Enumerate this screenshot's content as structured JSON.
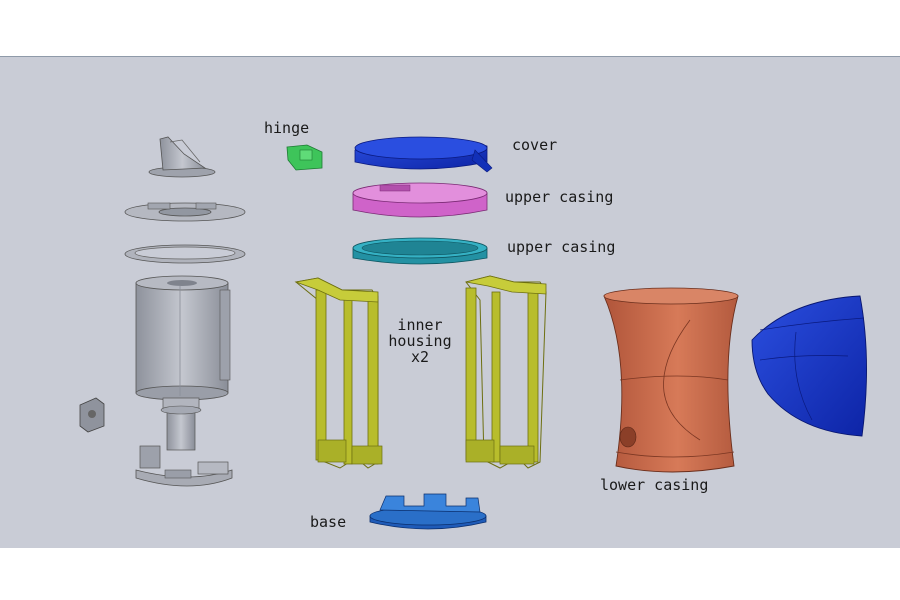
{
  "labels": {
    "hinge": "hinge",
    "cover": "cover",
    "upper_casing_1": "upper casing",
    "upper_casing_2": "upper casing",
    "inner_housing_line1": "inner",
    "inner_housing_line2": "housing",
    "inner_housing_line3": "x2",
    "lower_casing": "lower casing",
    "base": "base"
  },
  "colors": {
    "viewport_bg": "#c9ccd6",
    "cover": "#1436c8",
    "upper_casing_1": "#d86fd2",
    "upper_casing_2": "#2a9fb0",
    "inner_housing": "#b8bd2c",
    "lower_casing": "#c8684a",
    "side_shell": "#1436c8",
    "hinge": "#3ec45a",
    "base": "#2a6fc8",
    "gray_parts": "#a6aab5"
  }
}
